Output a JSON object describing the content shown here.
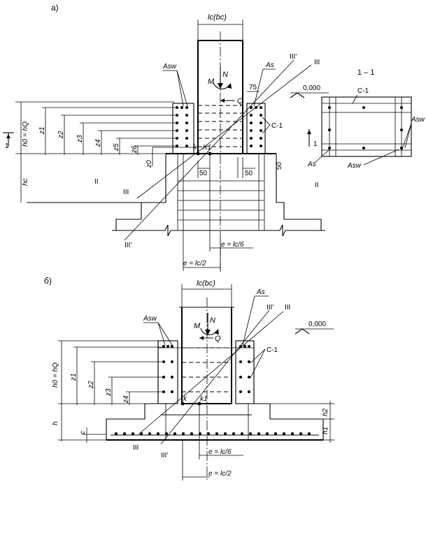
{
  "part_a": {
    "label": "а)",
    "column_width": "lc(bc)",
    "N": "N",
    "M": "M",
    "Q": "Q",
    "As": "As",
    "Asw": "Asw",
    "dim_75": "75",
    "dim_50_left": "50",
    "dim_50_right": "50",
    "dim_50_vertical": "50",
    "C1": "С-1",
    "III": "III",
    "III_prime": "III'",
    "II": "II",
    "k": "k",
    "k1": "K1",
    "h0_hQ": "h0 = hQ",
    "hc": "hc",
    "z1": "z1",
    "z2": "z2",
    "z3": "z3",
    "z4": "z4",
    "z5": "z5",
    "z6": "z6",
    "z0": "z0",
    "section_marker": "1",
    "e_lc6": "e = lc/6",
    "e_lc2": "e = lc/2",
    "elevation": "0,000"
  },
  "section_1_1": {
    "title": "1 – 1",
    "C1": "С-1",
    "Asw": "Asw",
    "As": "As",
    "Asw_bottom": "Asw",
    "II": "II",
    "marker": "1"
  },
  "part_b": {
    "label": "б)",
    "column_width": "lc(bc)",
    "As": "As",
    "Asw": "Asw",
    "N": "N",
    "M": "M",
    "Q": "Q",
    "III": "III",
    "III_prime": "III'",
    "C1": "С-1",
    "elevation": "0,000",
    "h0_hQ": "h0 = hQ",
    "z1": "z1",
    "z2": "z2",
    "z3": "z3",
    "z4": "z4",
    "k": "k",
    "k1": "k1",
    "h": "h",
    "c": "c",
    "h1": "h1",
    "h2": "h2",
    "e_lc6": "e = lc/6",
    "e_lc2": "e = lc/2"
  }
}
